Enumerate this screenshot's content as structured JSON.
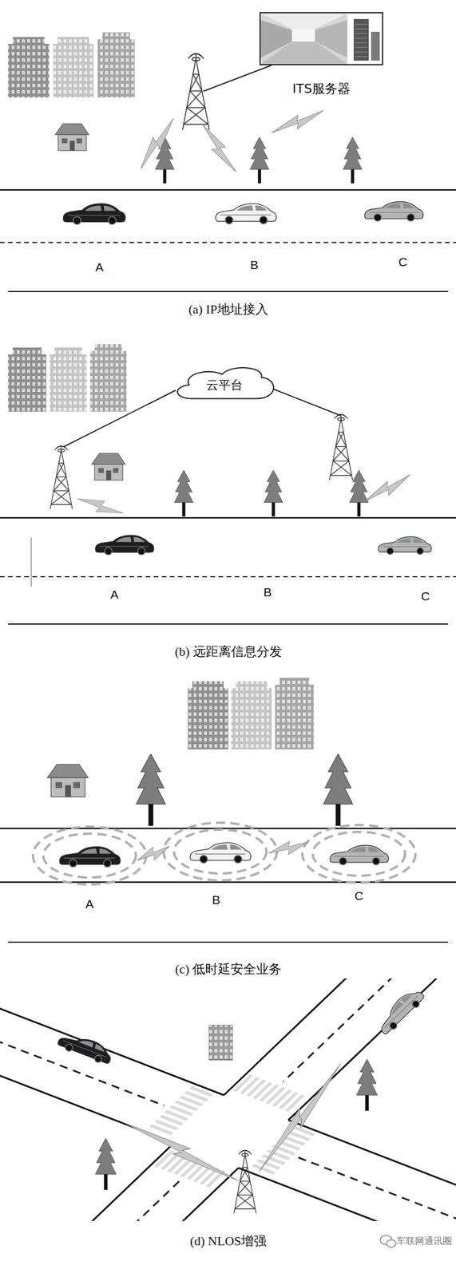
{
  "diagram": {
    "nodes": [
      {
        "text": [
          "ITS服务器"
        ]
      },
      {
        "text": [
          "云平台"
        ]
      }
    ],
    "labels": [
      "A",
      "B",
      "C",
      "(a) IP地址接入",
      "A",
      "B",
      "C",
      "(b) 远距离信息分发",
      "A",
      "B",
      "C",
      "(c) 低时延安全业务",
      "(d) NLOS增强",
      "车联网通讯圈"
    ]
  }
}
